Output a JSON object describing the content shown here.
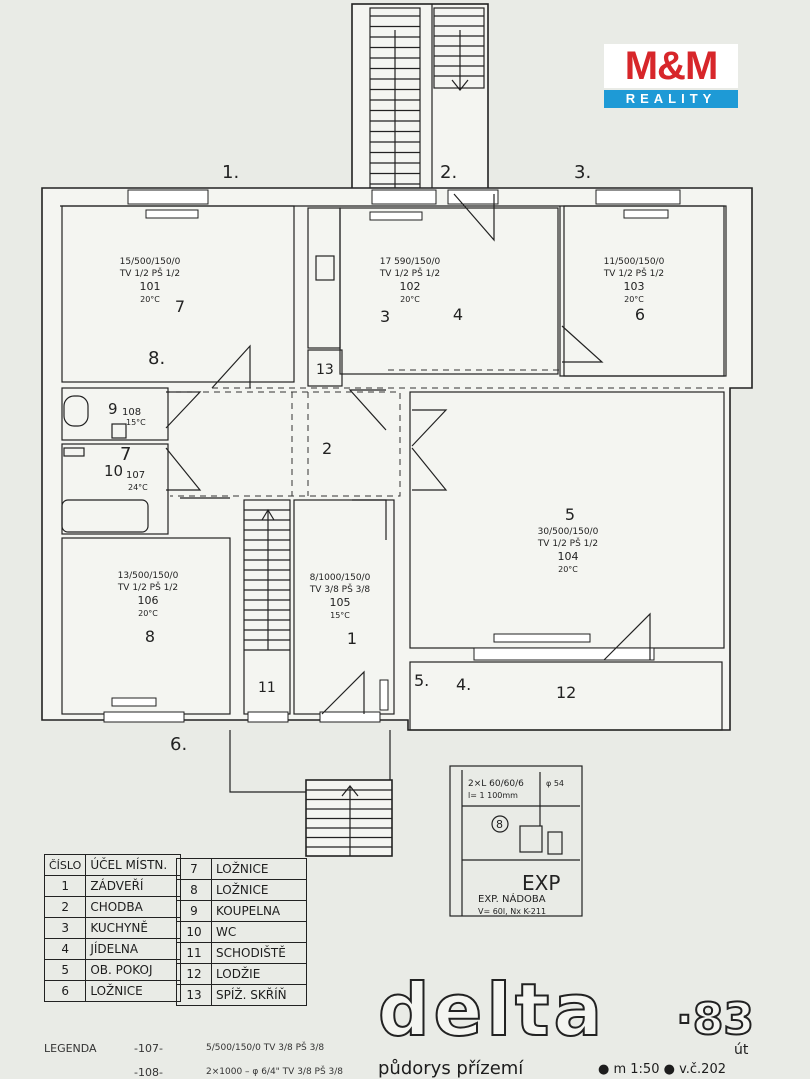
{
  "logo": {
    "top": "M&M",
    "bottom": "REALITY"
  },
  "grid_axes": [
    "1.",
    "2.",
    "3.",
    "6."
  ],
  "rooms": [
    {
      "id": "r101",
      "spec": "15/500/150/0",
      "tv": "TV 1/2 PŠ 1/2",
      "code": "101",
      "temp": "20°C",
      "num": "7"
    },
    {
      "id": "r102",
      "spec": "17 590/150/0",
      "tv": "TV 1/2 PŠ 1/2",
      "code": "102",
      "temp": "20°C",
      "num": "4"
    },
    {
      "id": "r103",
      "spec": "11/500/150/0",
      "tv": "TV 1/2 PŠ 1/2",
      "code": "103",
      "temp": "20°C",
      "num": "6"
    },
    {
      "id": "r104",
      "spec": "30/500/150/0",
      "tv": "TV 1/2 PŠ 1/2",
      "code": "104",
      "temp": "20°C",
      "num": "5"
    },
    {
      "id": "r105",
      "spec": "8/1000/150/0",
      "tv": "TV 3/8 PŠ 3/8",
      "code": "105",
      "temp": "15°C",
      "num": "1"
    },
    {
      "id": "r106",
      "spec": "13/500/150/0",
      "tv": "TV 1/2 PŠ 1/2",
      "code": "106",
      "temp": "20°C",
      "num": "8"
    }
  ],
  "small_rooms": {
    "r108": {
      "code": "108",
      "temp": "15°C",
      "num": "9"
    },
    "r107": {
      "code": "107",
      "temp": "24°C",
      "num": "10"
    },
    "kitchen_num": "3",
    "hall_num": "2",
    "pantry_num": "13",
    "stair_num": "11",
    "loggia_num": "12",
    "room8_label": "8.",
    "wc_label": "7",
    "axis_5": "5.",
    "axis_4": "4."
  },
  "expansion": {
    "dim1": "2×L 60/60/6",
    "dim2": "l= 1 100mm",
    "dim3": "φ 54",
    "marker": "8",
    "exp": "EXP",
    "vessel": "EXP. NÁDOBA",
    "vessel_spec": "V= 60l, Nx K-211"
  },
  "legend_table_left": {
    "header_num": "ČÍSLO",
    "header_name": "ÚČEL MÍSTN.",
    "rows": [
      {
        "num": "1",
        "name": "ZÁDVEŘÍ"
      },
      {
        "num": "2",
        "name": "CHODBA"
      },
      {
        "num": "3",
        "name": "KUCHYNĚ"
      },
      {
        "num": "4",
        "name": "JÍDELNA"
      },
      {
        "num": "5",
        "name": "OB. POKOJ"
      },
      {
        "num": "6",
        "name": "LOŽNICE"
      }
    ]
  },
  "legend_table_right": {
    "rows": [
      {
        "num": "7",
        "name": "LOŽNICE"
      },
      {
        "num": "8",
        "name": "LOŽNICE"
      },
      {
        "num": "9",
        "name": "KOUPELNA"
      },
      {
        "num": "10",
        "name": "WC"
      },
      {
        "num": "11",
        "name": "SCHODIŠTĚ"
      },
      {
        "num": "12",
        "name": "LODŽIE"
      },
      {
        "num": "13",
        "name": "SPÍŽ. SKŘÍŇ"
      }
    ]
  },
  "legend_lines": {
    "label": "LEGENDA",
    "l1_code": "-107-",
    "l1_text": "5/500/150/0   TV 3/8  PŠ 3/8",
    "l2_code": "-108-",
    "l2_text": "2×1000 – φ 6/4\"  TV 3/8  PŠ 3/8"
  },
  "title": {
    "name": "delta",
    "year": "·83",
    "suffix": "út",
    "subtitle": "půdorys  přízemí",
    "scale": "● m 1:50   ● v.č.202"
  },
  "colors": {
    "paper": "#e9ebe6",
    "ink": "#222222",
    "brand_red": "#d7262a",
    "brand_blue": "#1e9ad6"
  }
}
